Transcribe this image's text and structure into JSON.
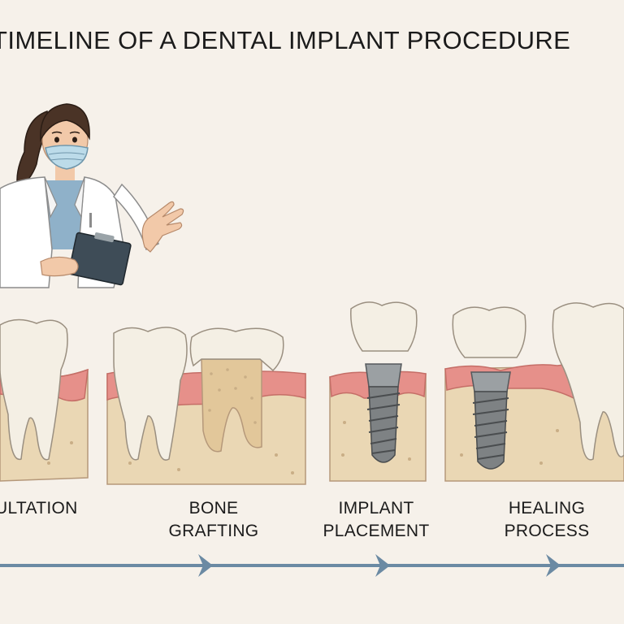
{
  "title": "TIMELINE OF A DENTAL IMPLANT PROCEDURE",
  "stages": [
    {
      "id": "consultation",
      "label_lines": [
        "ULTATION"
      ]
    },
    {
      "id": "bone-grafting",
      "label_lines": [
        "BONE",
        "GRAFTING"
      ]
    },
    {
      "id": "implant-placement",
      "label_lines": [
        "IMPLANT",
        "PLACEMENT"
      ]
    },
    {
      "id": "healing-process",
      "label_lines": [
        "HEALING",
        "PROCESS"
      ]
    }
  ],
  "colors": {
    "background": "#f6f1ea",
    "gum": "#e6908a",
    "bone": "#ead7b4",
    "tooth": "#f4efe4",
    "implant": "#7e8284",
    "timeline": "#6b8aa3",
    "coat": "#ffffff",
    "scrubs": "#8fb1c9",
    "mask": "#bcdbe9",
    "clipboard": "#3e4c57"
  }
}
